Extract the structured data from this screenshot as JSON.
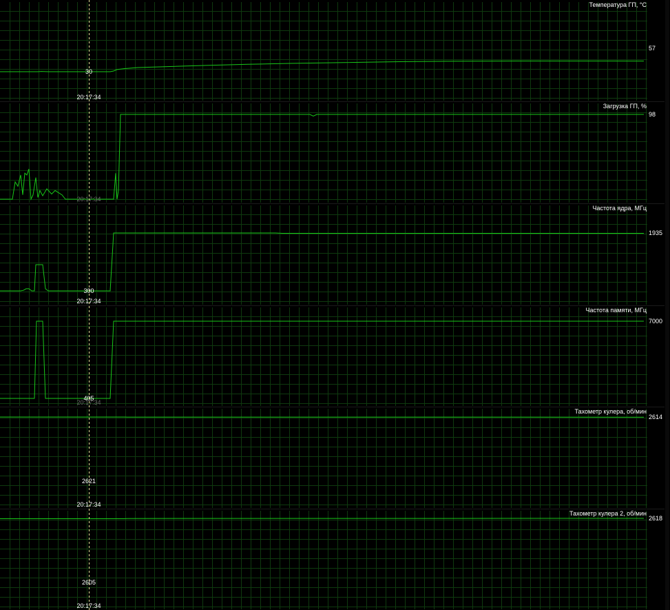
{
  "cursor": {
    "time": "20:17:34"
  },
  "colors": {
    "background": "#000000",
    "grid": "#0f3a0f",
    "trace": "#18c818",
    "text": "#ffffff",
    "cursor_line": "#e8e29a"
  },
  "graphs": [
    {
      "title": "Температура ГП, °С",
      "current_value": "57",
      "cursor_value": "30",
      "time_label": "20:17:34",
      "ylim": [
        30,
        57
      ],
      "series": [
        [
          0,
          30
        ],
        [
          55,
          30
        ],
        [
          60,
          30.3
        ],
        [
          70,
          30
        ],
        [
          160,
          30
        ],
        [
          165,
          30.8
        ],
        [
          170,
          32.5
        ],
        [
          180,
          33.5
        ],
        [
          200,
          34.8
        ],
        [
          240,
          35.8
        ],
        [
          300,
          37.2
        ],
        [
          360,
          38.5
        ],
        [
          420,
          39.5
        ],
        [
          500,
          40.5
        ],
        [
          580,
          41.5
        ],
        [
          650,
          42
        ],
        [
          750,
          42.3
        ],
        [
          850,
          42.3
        ],
        [
          935,
          42.2
        ]
      ]
    },
    {
      "title": "Загрузка ГП, %",
      "current_value": "98",
      "cursor_value": "",
      "time_label": "20:17:34",
      "ylim": [
        0,
        98
      ],
      "series": [
        [
          0,
          0
        ],
        [
          18,
          0
        ],
        [
          22,
          20
        ],
        [
          26,
          15
        ],
        [
          30,
          28
        ],
        [
          33,
          5
        ],
        [
          36,
          30
        ],
        [
          39,
          28
        ],
        [
          42,
          35
        ],
        [
          45,
          0
        ],
        [
          48,
          5
        ],
        [
          52,
          25
        ],
        [
          55,
          2
        ],
        [
          58,
          10
        ],
        [
          62,
          4
        ],
        [
          68,
          12
        ],
        [
          75,
          6
        ],
        [
          80,
          10
        ],
        [
          90,
          5
        ],
        [
          95,
          0
        ],
        [
          165,
          0
        ],
        [
          168,
          30
        ],
        [
          170,
          0
        ],
        [
          172,
          10
        ],
        [
          175,
          98
        ],
        [
          180,
          98
        ],
        [
          450,
          98
        ],
        [
          455,
          96
        ],
        [
          460,
          98
        ],
        [
          935,
          98
        ]
      ]
    },
    {
      "title": "Частота ядра, МГц",
      "current_value": "1935",
      "cursor_value": "300",
      "time_label": "20:17:34",
      "ylim": [
        300,
        1935
      ],
      "series": [
        [
          0,
          300
        ],
        [
          30,
          300
        ],
        [
          34,
          315
        ],
        [
          38,
          360
        ],
        [
          42,
          360
        ],
        [
          46,
          300
        ],
        [
          50,
          300
        ],
        [
          52,
          1040
        ],
        [
          62,
          1040
        ],
        [
          66,
          360
        ],
        [
          70,
          300
        ],
        [
          160,
          300
        ],
        [
          165,
          1935
        ],
        [
          400,
          1935
        ],
        [
          410,
          1925
        ],
        [
          935,
          1925
        ]
      ]
    },
    {
      "title": "Частота памяти, МГц",
      "current_value": "7000",
      "cursor_value": "405",
      "time_label": "20:17:34",
      "ylim": [
        405,
        7000
      ],
      "series": [
        [
          0,
          405
        ],
        [
          50,
          405
        ],
        [
          53,
          7000
        ],
        [
          62,
          7000
        ],
        [
          66,
          405
        ],
        [
          160,
          405
        ],
        [
          165,
          7000
        ],
        [
          935,
          7000
        ]
      ]
    },
    {
      "title": "Тахометр кулера, об/мин",
      "current_value": "2614",
      "cursor_value": "2621",
      "time_label": "20:17:34",
      "ylim": [
        0,
        2621
      ],
      "series": [
        [
          0,
          2621
        ],
        [
          180,
          2621
        ],
        [
          185,
          2618
        ],
        [
          935,
          2614
        ]
      ]
    },
    {
      "title": "Тахометр кулера 2, об/мин",
      "current_value": "2618",
      "cursor_value": "2605",
      "time_label": "20:17:34",
      "ylim": [
        0,
        2618
      ],
      "series": [
        [
          0,
          2605
        ],
        [
          180,
          2605
        ],
        [
          185,
          2612
        ],
        [
          935,
          2618
        ]
      ]
    }
  ]
}
